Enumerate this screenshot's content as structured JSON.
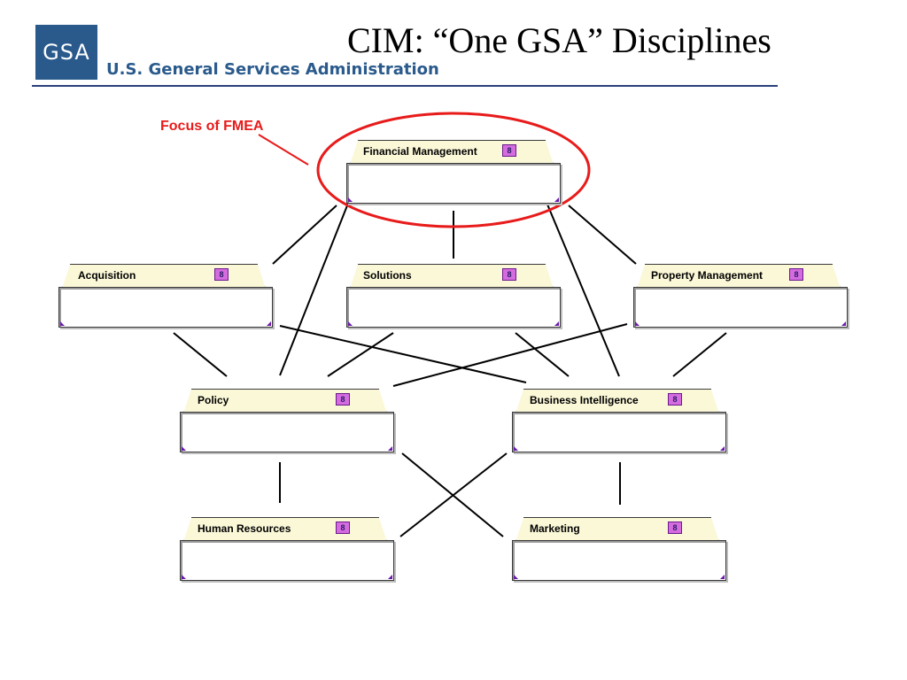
{
  "header": {
    "logo_text": "GSA",
    "agency_name": "U.S. General Services Administration",
    "title": "CIM: “One GSA” Disciplines"
  },
  "annotation": {
    "label": "Focus of FMEA"
  },
  "nodes": {
    "financial_management": "Financial Management",
    "acquisition": "Acquisition",
    "solutions": "Solutions",
    "property_management": "Property Management",
    "policy": "Policy",
    "business_intelligence": "Business Intelligence",
    "human_resources": "Human Resources",
    "marketing": "Marketing"
  },
  "colors": {
    "brand_blue": "#2a5a8c",
    "highlight_red": "#e81b1b",
    "tab_fill": "#fbf8d8",
    "icon_purple": "#d46ce0"
  }
}
